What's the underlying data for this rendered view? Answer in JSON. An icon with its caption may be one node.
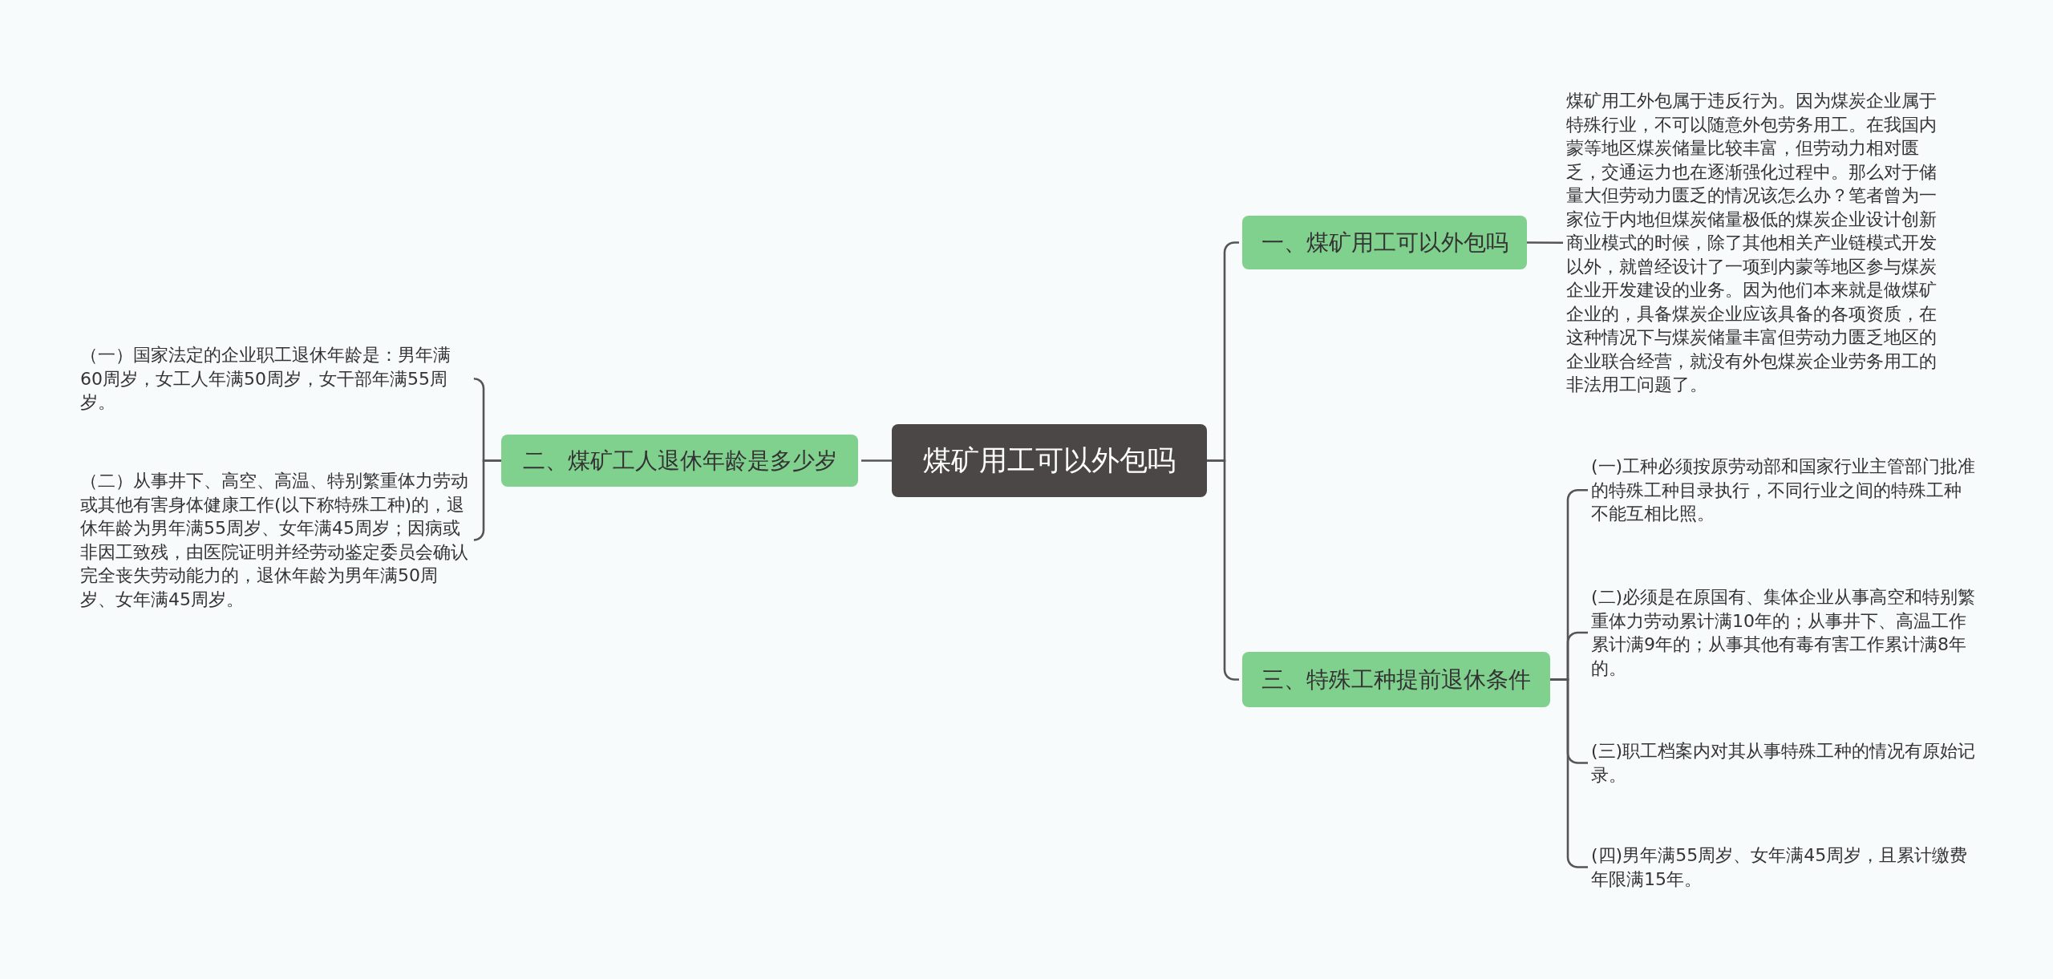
{
  "diagram": {
    "nodes": [
      {
        "text": [
          "煤矿用工可以外包吗"
        ]
      },
      {
        "text": [
          "一、煤矿用工可以外包吗"
        ]
      },
      {
        "text": [
          "煤矿用工外包属于违反行为。因为煤炭企业属于特殊行业，不可以随意外包劳务用工。在我国内蒙等地区煤炭储量比较丰富，但劳动力相对匮乏，交通运力也在逐渐强化过程中。那么对于储量大但劳动力匮乏的情况该怎么办？笔者曾为一家位于内地但煤炭储量极低的煤炭企业设计创新商业模式的时候，除了其他相关产业链模式开发以外，就曾经设计了一项到内蒙等地区参与煤炭企业开发建设的业务。因为他们本来就是做煤矿企业的，具备煤炭企业应该具备的各项资质，在这种情况下与煤炭储量丰富但劳动力匮乏地区的企业联合经营，就没有外包煤炭企业劳务用工的非法用工问题了。"
        ]
      },
      {
        "text": [
          "二、煤矿工人退休年龄是多少岁"
        ]
      },
      {
        "text": [
          "（一）国家法定的企业职工退休年龄是：男年满60周岁，女工人年满50周岁，女干部年满55周岁。"
        ]
      },
      {
        "text": [
          "（二）从事井下、高空、高温、特别繁重体力劳动或其他有害身体健康工作(以下称特殊工种)的，退休年龄为男年满55周岁、女年满45周岁；因病或非因工致残，由医院证明并经劳动鉴定委员会确认完全丧失劳动能力的，退休年龄为男年满50周岁、女年满45周岁。"
        ]
      },
      {
        "text": [
          "三、特殊工种提前退休条件"
        ]
      },
      {
        "text": [
          "(一)工种必须按原劳动部和国家行业主管部门批准的特殊工种目录执行，不同行业之间的特殊工种不能互相比照。"
        ]
      },
      {
        "text": [
          "(二)必须是在原国有、集体企业从事高空和特别繁重体力劳动累计满10年的；从事井下、高温工作累计满9年的；从事其他有毒有害工作累计满8年的。"
        ]
      },
      {
        "text": [
          "(三)职工档案内对其从事特殊工种的情况有原始记录。"
        ]
      },
      {
        "text": [
          "(四)男年满55周岁、女年满45周岁，且累计缴费年限满15年。"
        ]
      }
    ],
    "edges": [
      {
        "from": 0,
        "to": 1,
        "arrow": "none"
      },
      {
        "from": 1,
        "to": 2,
        "arrow": "none"
      },
      {
        "from": 0,
        "to": 3,
        "arrow": "none"
      },
      {
        "from": 3,
        "to": 4,
        "arrow": "none"
      },
      {
        "from": 3,
        "to": 5,
        "arrow": "none"
      },
      {
        "from": 0,
        "to": 6,
        "arrow": "none"
      },
      {
        "from": 6,
        "to": 7,
        "arrow": "none"
      },
      {
        "from": 6,
        "to": 8,
        "arrow": "none"
      },
      {
        "from": 6,
        "to": 9,
        "arrow": "none"
      },
      {
        "from": 6,
        "to": 10,
        "arrow": "none"
      }
    ]
  }
}
